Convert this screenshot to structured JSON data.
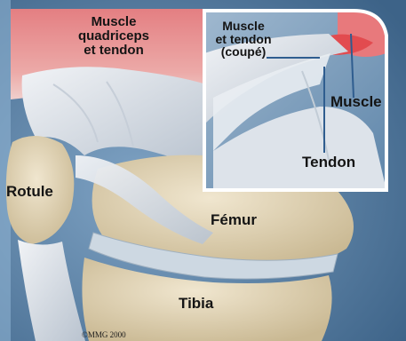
{
  "labels": {
    "quadriceps": [
      "Muscle",
      "quadriceps",
      "et tendon"
    ],
    "muscle_tendon_cut": [
      "Muscle",
      "et tendon",
      "(coupé)"
    ],
    "muscle": "Muscle",
    "tendon": "Tendon",
    "rotule": "Rotule",
    "femur": "Fémur",
    "tibia": "Tibia",
    "copyright": "©MMG 2000"
  },
  "colors": {
    "background": "#4d7296",
    "muscle": "#e88a8c",
    "tendon": "#dfe3ea",
    "bone": "#e4d7b8",
    "cartilage": "#cfd9e2",
    "inset_border": "#ffffff",
    "leader_line": "#2f5d8f"
  }
}
